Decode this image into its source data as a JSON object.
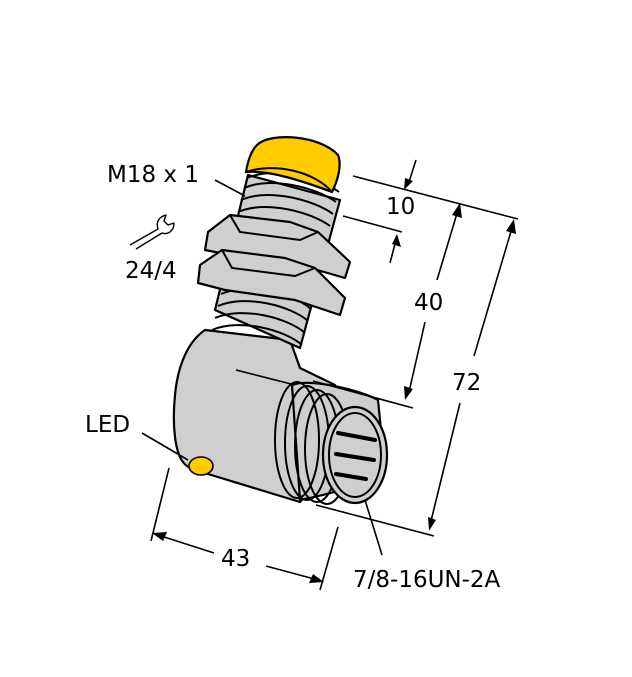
{
  "drawing": {
    "subject": "Angled inductive proximity sensor with M18 threaded barrel and 7/8\" connector",
    "colors": {
      "housing": "#cfcfcf",
      "sensing_face": "#ffcc00",
      "led": "#ffcc00",
      "outline": "#000000",
      "background": "#ffffff"
    },
    "labels": {
      "thread": "M18 x 1",
      "wrench": "24/4",
      "led": "LED",
      "connector_thread": "7/8-16UN-2A"
    },
    "icons": {
      "wrench": "wrench-icon"
    },
    "dimensions": {
      "face_offset": "10",
      "thread_length": "40",
      "total_length": "72",
      "width": "43"
    }
  }
}
